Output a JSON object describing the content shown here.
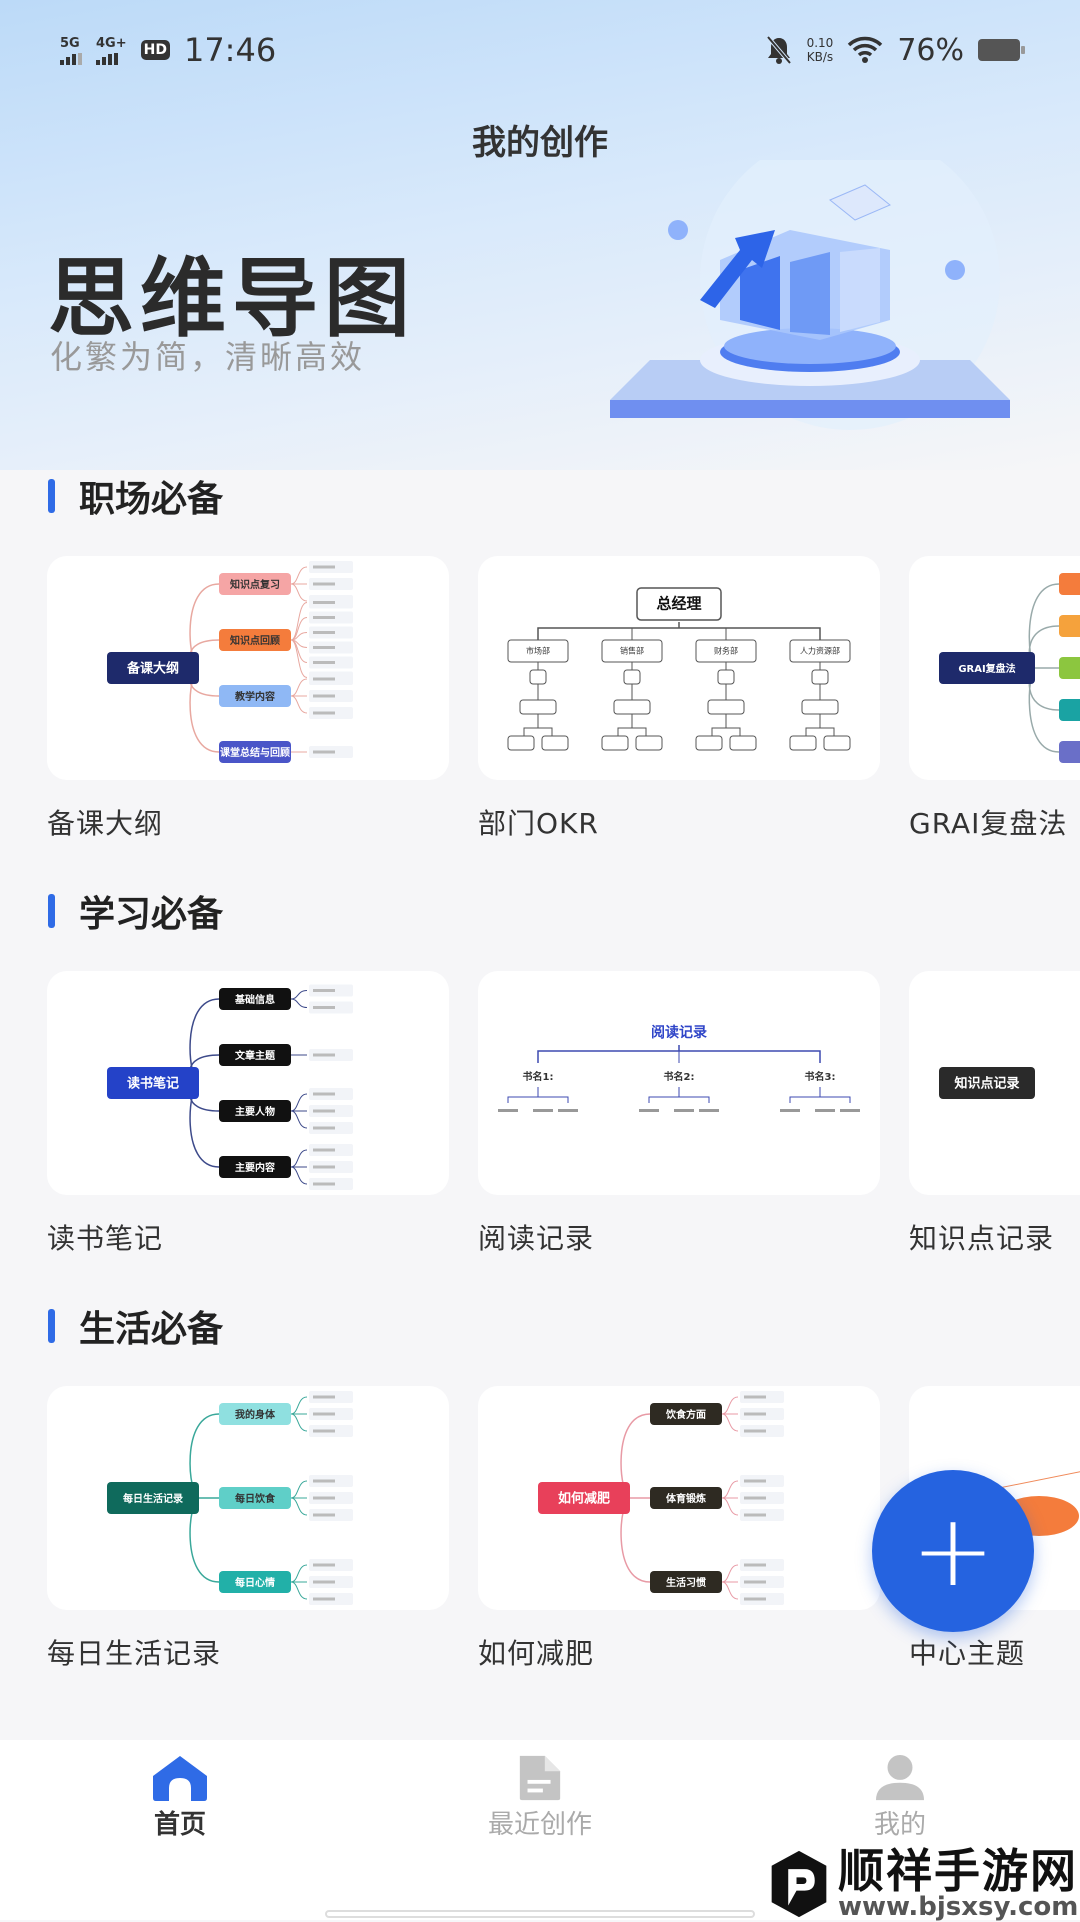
{
  "status": {
    "net1": "5G",
    "net2": "4G+",
    "hd": "HD",
    "time": "17:46",
    "speed_value": "0.10",
    "speed_unit": "KB/s",
    "battery": "76%"
  },
  "header": {
    "title": "我的创作",
    "hero_title": "思维导图",
    "hero_subtitle": "化繁为简，清晰高效"
  },
  "colors": {
    "accent": "#2f6be6",
    "fab": "#2563e0"
  },
  "sections": [
    {
      "title": "职场必备",
      "cards": [
        {
          "label": "备课大纲",
          "thumb": {
            "type": "mind",
            "root": "备课大纲",
            "root_color": "#1e2a6b",
            "line": "#e8a8a0",
            "branches": [
              {
                "label": "知识点复习",
                "color": "#f5a5a5",
                "n": 3
              },
              {
                "label": "知识点回顾",
                "color": "#f47c3c",
                "n": 6
              },
              {
                "label": "教学内容",
                "color": "#8fb8f5",
                "n": 3
              },
              {
                "label": "课堂总结与回顾",
                "color": "#4a55c8",
                "n": 1
              }
            ]
          }
        },
        {
          "label": "部门OKR",
          "thumb": {
            "type": "tree",
            "root": "总经理",
            "children": [
              "市场部",
              "销售部",
              "财务部",
              "人力资源部"
            ],
            "line": "#555"
          }
        },
        {
          "label": "GRAI复盘法",
          "thumb": {
            "type": "mind",
            "edge": true,
            "root": "GRAI复盘法",
            "root_color": "#1e2a6b",
            "line": "#9aa",
            "branches": [
              {
                "label": "",
                "color": "#f47c3c",
                "n": 0
              },
              {
                "label": "",
                "color": "#f5a23c",
                "n": 0
              },
              {
                "label": "",
                "color": "#8cc63f",
                "n": 0
              },
              {
                "label": "",
                "color": "#1aa3a3",
                "n": 0
              },
              {
                "label": "",
                "color": "#6a6fc8",
                "n": 0
              }
            ]
          }
        }
      ]
    },
    {
      "title": "学习必备",
      "cards": [
        {
          "label": "读书笔记",
          "thumb": {
            "type": "mind",
            "root": "读书笔记",
            "root_color": "#2442c8",
            "line": "#3d4a8a",
            "branches": [
              {
                "label": "基础信息",
                "color": "#111",
                "n": 2
              },
              {
                "label": "文章主题",
                "color": "#111",
                "n": 1
              },
              {
                "label": "主要人物",
                "color": "#111",
                "n": 3
              },
              {
                "label": "主要内容",
                "color": "#111",
                "n": 3
              }
            ]
          }
        },
        {
          "label": "阅读记录",
          "thumb": {
            "type": "tree2",
            "root": "阅读记录",
            "children": [
              "书名1:",
              "书名2:",
              "书名3:"
            ],
            "line": "#3d4ab0"
          }
        },
        {
          "label": "知识点记录",
          "thumb": {
            "type": "mind",
            "edge": true,
            "root": "知识点记录",
            "root_color": "#2a2a2a",
            "line": "#ccc",
            "branches": []
          }
        }
      ]
    },
    {
      "title": "生活必备",
      "cards": [
        {
          "label": "每日生活记录",
          "thumb": {
            "type": "mind",
            "root": "每日生活记录",
            "root_color": "#0f6a5c",
            "line": "#3aa89a",
            "branches": [
              {
                "label": "我的身体",
                "color": "#8fe0e0",
                "n": 3
              },
              {
                "label": "每日饮食",
                "color": "#5fcfc8",
                "n": 3
              },
              {
                "label": "每日心情",
                "color": "#22b0a8",
                "n": 3
              }
            ]
          }
        },
        {
          "label": "如何减肥",
          "thumb": {
            "type": "mind",
            "root": "如何减肥",
            "root_color": "#e8405a",
            "line": "#e89aa5",
            "branches": [
              {
                "label": "饮食方面",
                "color": "#2e2a22",
                "n": 3
              },
              {
                "label": "体育锻炼",
                "color": "#2e2a22",
                "n": 3
              },
              {
                "label": "生活习惯",
                "color": "#2e2a22",
                "n": 3
              }
            ]
          }
        },
        {
          "label": "中心主题",
          "thumb": {
            "type": "mind",
            "edge": true,
            "root": "",
            "root_color": "#fff",
            "line": "#f08a5a",
            "branches": []
          }
        }
      ]
    }
  ],
  "nav": [
    {
      "label": "首页",
      "icon": "home-icon",
      "active": true
    },
    {
      "label": "最近创作",
      "icon": "document-icon",
      "active": false
    },
    {
      "label": "我的",
      "icon": "user-icon",
      "active": false
    }
  ],
  "watermark": {
    "name": "顺祥手游网",
    "url": "www.bjsxsy.com"
  }
}
